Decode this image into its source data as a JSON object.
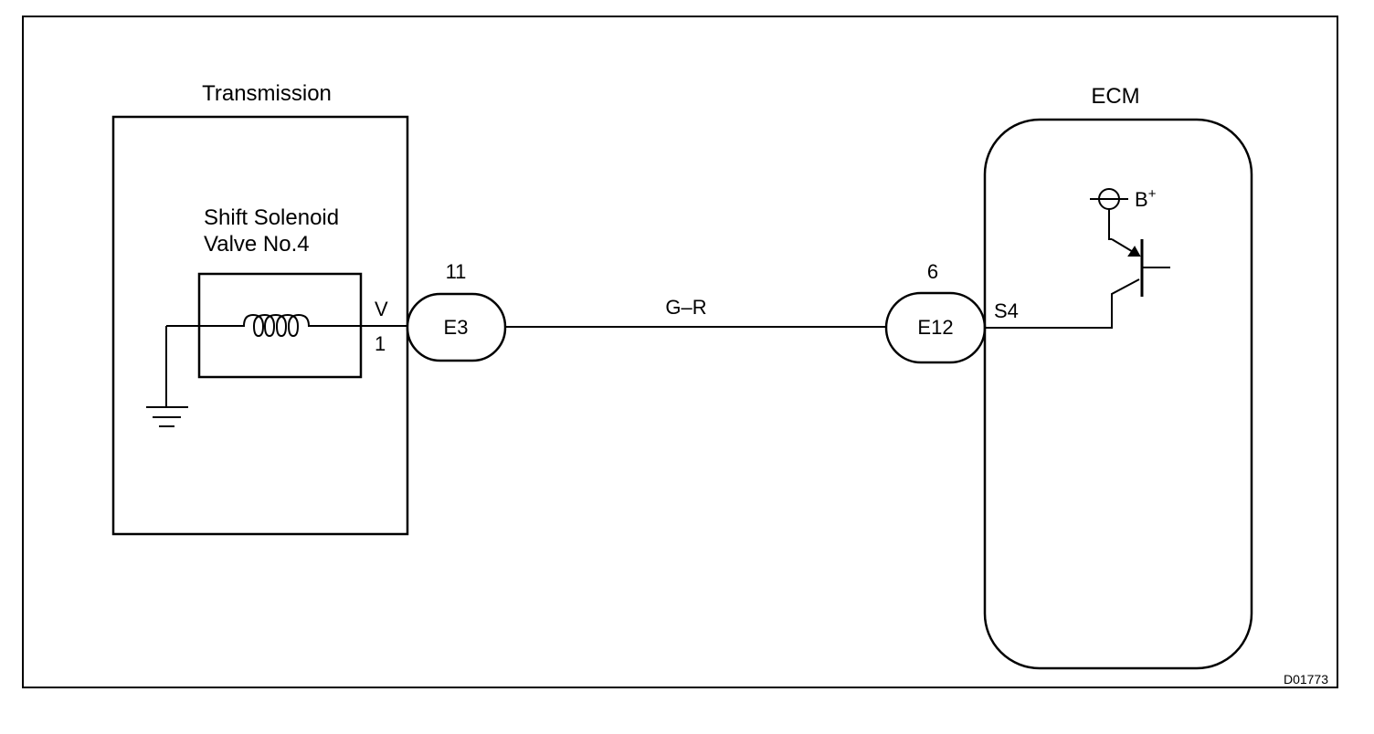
{
  "transmission": {
    "title": "Transmission",
    "component_line1": "Shift Solenoid",
    "component_line2": "Valve No.4",
    "pin_name": "V",
    "pin_number": "1"
  },
  "connector_left": {
    "pin": "11",
    "label": "E3"
  },
  "wire": {
    "color_code": "G–R"
  },
  "connector_right": {
    "pin": "6",
    "label": "E12"
  },
  "ecm": {
    "title": "ECM",
    "pin_name": "S4",
    "supply_label": "B",
    "supply_sign": "+"
  },
  "figure_id": "D01773"
}
